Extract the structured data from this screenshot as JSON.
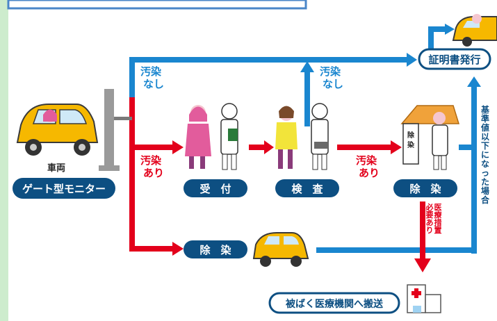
{
  "labels": {
    "vehicle": "車両",
    "gate_monitor": "ゲート型モニター",
    "reception": "受　付",
    "inspection": "検　査",
    "decon": "除　染",
    "decon_vehicle": "除　染",
    "certificate": "証明書発行",
    "hospital_transport": "被ばく医療機関へ搬送",
    "contaminated": "汚染\nあり",
    "clean": "汚染\nなし",
    "medical_needed": "医療措置\n必要あり",
    "below_standard": "基準値以下になった場合",
    "tent_sign": "除染"
  },
  "colors": {
    "blue_arrow": "#1a86cf",
    "red_arrow": "#e3001b",
    "label_bg": "#0d4f82",
    "background_panel": "#ffffff",
    "frame": "#cdeccd",
    "car_yellow": "#f6b800",
    "tent_orange": "#f0a23a"
  }
}
